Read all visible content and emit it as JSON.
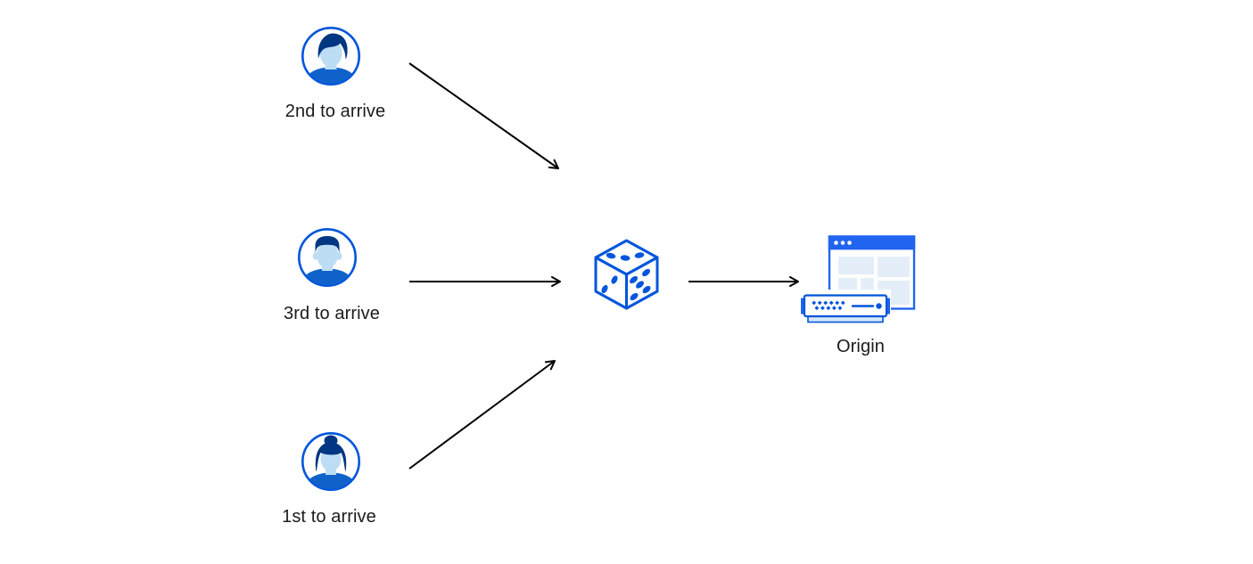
{
  "diagram": {
    "type": "flow-diagram",
    "description_visible_elements": "three user avatars with arrows into a dice, dice arrow into origin server",
    "nodes": {
      "client_second": {
        "label": "2nd to arrive",
        "icon": "male-user-avatar-icon"
      },
      "client_third": {
        "label": "3rd to arrive",
        "icon": "male-user-flattop-avatar-icon"
      },
      "client_first": {
        "label": "1st to arrive",
        "icon": "female-user-avatar-icon"
      },
      "random_selector": {
        "icon": "dice-icon"
      },
      "origin_server": {
        "label": "Origin",
        "icon": "origin-server-browser-icon"
      }
    },
    "edges": [
      {
        "from": "client_second",
        "to": "random_selector"
      },
      {
        "from": "client_third",
        "to": "random_selector"
      },
      {
        "from": "client_first",
        "to": "random_selector"
      },
      {
        "from": "random_selector",
        "to": "origin_server"
      }
    ],
    "colors": {
      "background": "#ffffff",
      "stroke_blue": "#0055dc",
      "titlebar_blue": "#2064f0",
      "hair_navy": "#003682",
      "shirt_blue": "#1062cb",
      "skin_light_blue": "#bdddf4",
      "panel_light_blue": "#e4eef9",
      "server_shadow_light_blue": "#d5e7fa",
      "arrow_black": "#000000",
      "label_text": "#1b1b1b"
    }
  }
}
